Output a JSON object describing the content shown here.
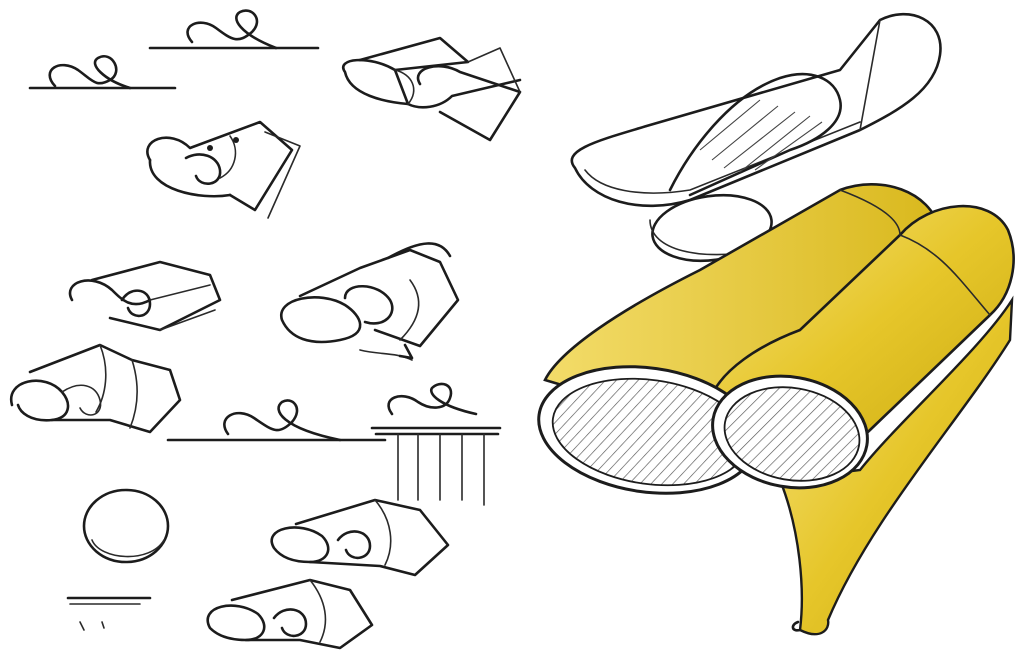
{
  "figure": {
    "kind": "sketch-illustration",
    "subject": "folded-and-rolled-sheet-tube-forms",
    "colors": {
      "background": "#ffffff",
      "ink": "#1c1c1c",
      "accent_yellow": "#e6c62a",
      "accent_yellow_light": "#f4e07a",
      "hatch": "#444444"
    },
    "sketch_count": 14,
    "highlighted_form": "double-tube-yellow-rendering"
  }
}
